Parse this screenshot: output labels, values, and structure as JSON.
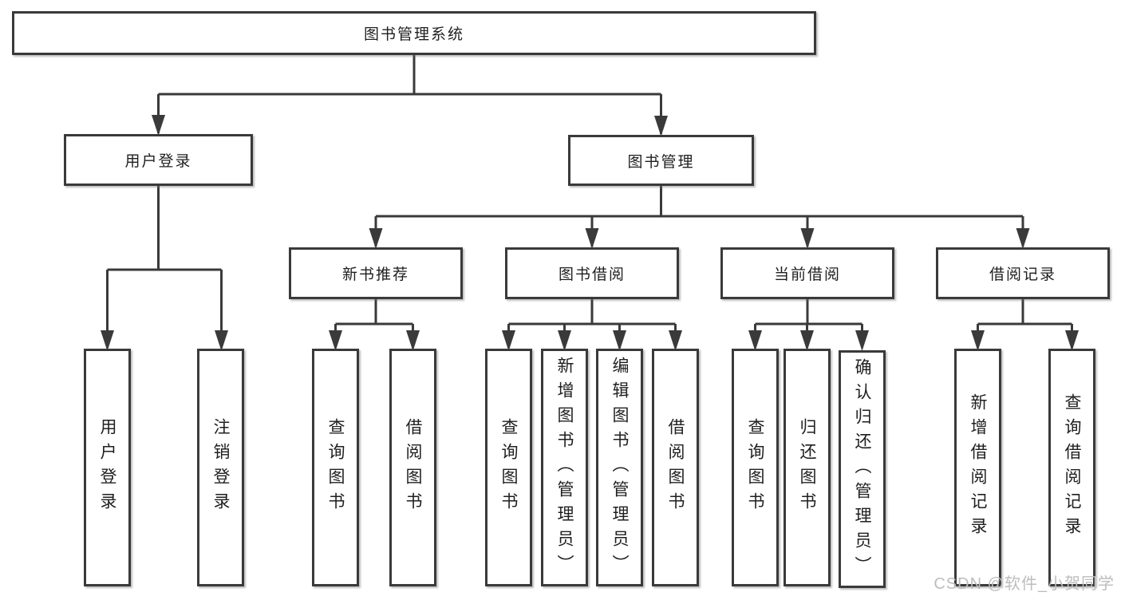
{
  "tree": {
    "root": {
      "label": "图书管理系统"
    },
    "branches": [
      {
        "label": "用户登录",
        "children": [
          {
            "label": "用户登录"
          },
          {
            "label": "注销登录"
          }
        ]
      },
      {
        "label": "图书管理",
        "groups": [
          {
            "label": "新书推荐",
            "children": [
              {
                "label": "查询图书"
              },
              {
                "label": "借阅图书"
              }
            ]
          },
          {
            "label": "图书借阅",
            "children": [
              {
                "label": "查询图书"
              },
              {
                "label": "新增图书（管理员）"
              },
              {
                "label": "编辑图书（管理员）"
              },
              {
                "label": "借阅图书"
              }
            ]
          },
          {
            "label": "当前借阅",
            "children": [
              {
                "label": "查询图书"
              },
              {
                "label": "归还图书"
              },
              {
                "label": "确认归还（管理员）"
              }
            ]
          },
          {
            "label": "借阅记录",
            "children": [
              {
                "label": "新增借阅记录"
              },
              {
                "label": "查询借阅记录"
              }
            ]
          }
        ]
      }
    ]
  },
  "colors": {
    "line": "#3a3a3a",
    "box_border": "#3a3a3a",
    "text": "#1f1f1f",
    "watermark": "#bdbdbd",
    "background": "#ffffff"
  },
  "watermark": {
    "text": "CSDN @软件_小贺同学"
  }
}
